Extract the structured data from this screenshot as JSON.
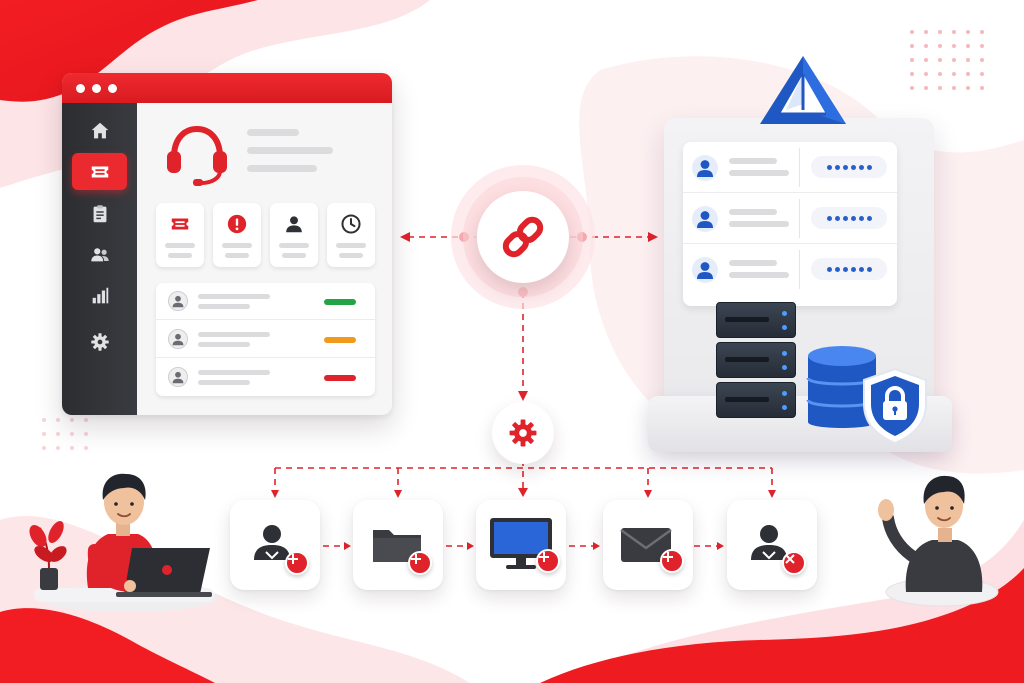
{
  "colors": {
    "accent_red": "#e0232b",
    "dark_sidebar": "#2f3035",
    "blue": "#1f57c3",
    "status_green": "#22a447",
    "status_orange": "#f29a1b",
    "status_red": "#e0232b"
  },
  "helpdesk_window": {
    "sidebar_icons": [
      "home-icon",
      "ticket-icon",
      "clipboard-icon",
      "users-icon",
      "bar-chart-icon",
      "gear-icon"
    ],
    "active_sidebar_item": "ticket-icon",
    "header_icon": "headset-icon",
    "stat_cards": [
      "ticket-icon",
      "alert-icon",
      "user-icon",
      "clock-icon"
    ],
    "ticket_rows": [
      {
        "icon": "user-icon",
        "status": "green"
      },
      {
        "icon": "user-icon",
        "status": "orange"
      },
      {
        "icon": "user-icon",
        "status": "red"
      }
    ]
  },
  "hub": {
    "link_icon": "link-icon",
    "process_icon": "gear-icon"
  },
  "directory": {
    "logo_icon": "pyramid-logo-icon",
    "entries": [
      {
        "icon": "user-icon",
        "masked_value": "••••••"
      },
      {
        "icon": "user-icon",
        "masked_value": "••••••"
      },
      {
        "icon": "user-icon",
        "masked_value": "••••••"
      }
    ],
    "storage_icons": [
      "server-rack-icon",
      "database-icon",
      "shield-lock-icon"
    ]
  },
  "workflow": {
    "steps": [
      {
        "icon": "user-icon",
        "badge": "plus"
      },
      {
        "icon": "folder-icon",
        "badge": "plus"
      },
      {
        "icon": "monitor-icon",
        "badge": "plus"
      },
      {
        "icon": "mail-icon",
        "badge": "plus"
      },
      {
        "icon": "user-icon",
        "badge": "remove"
      }
    ]
  },
  "people": {
    "left": "employee-at-laptop",
    "right": "employee-waving"
  }
}
